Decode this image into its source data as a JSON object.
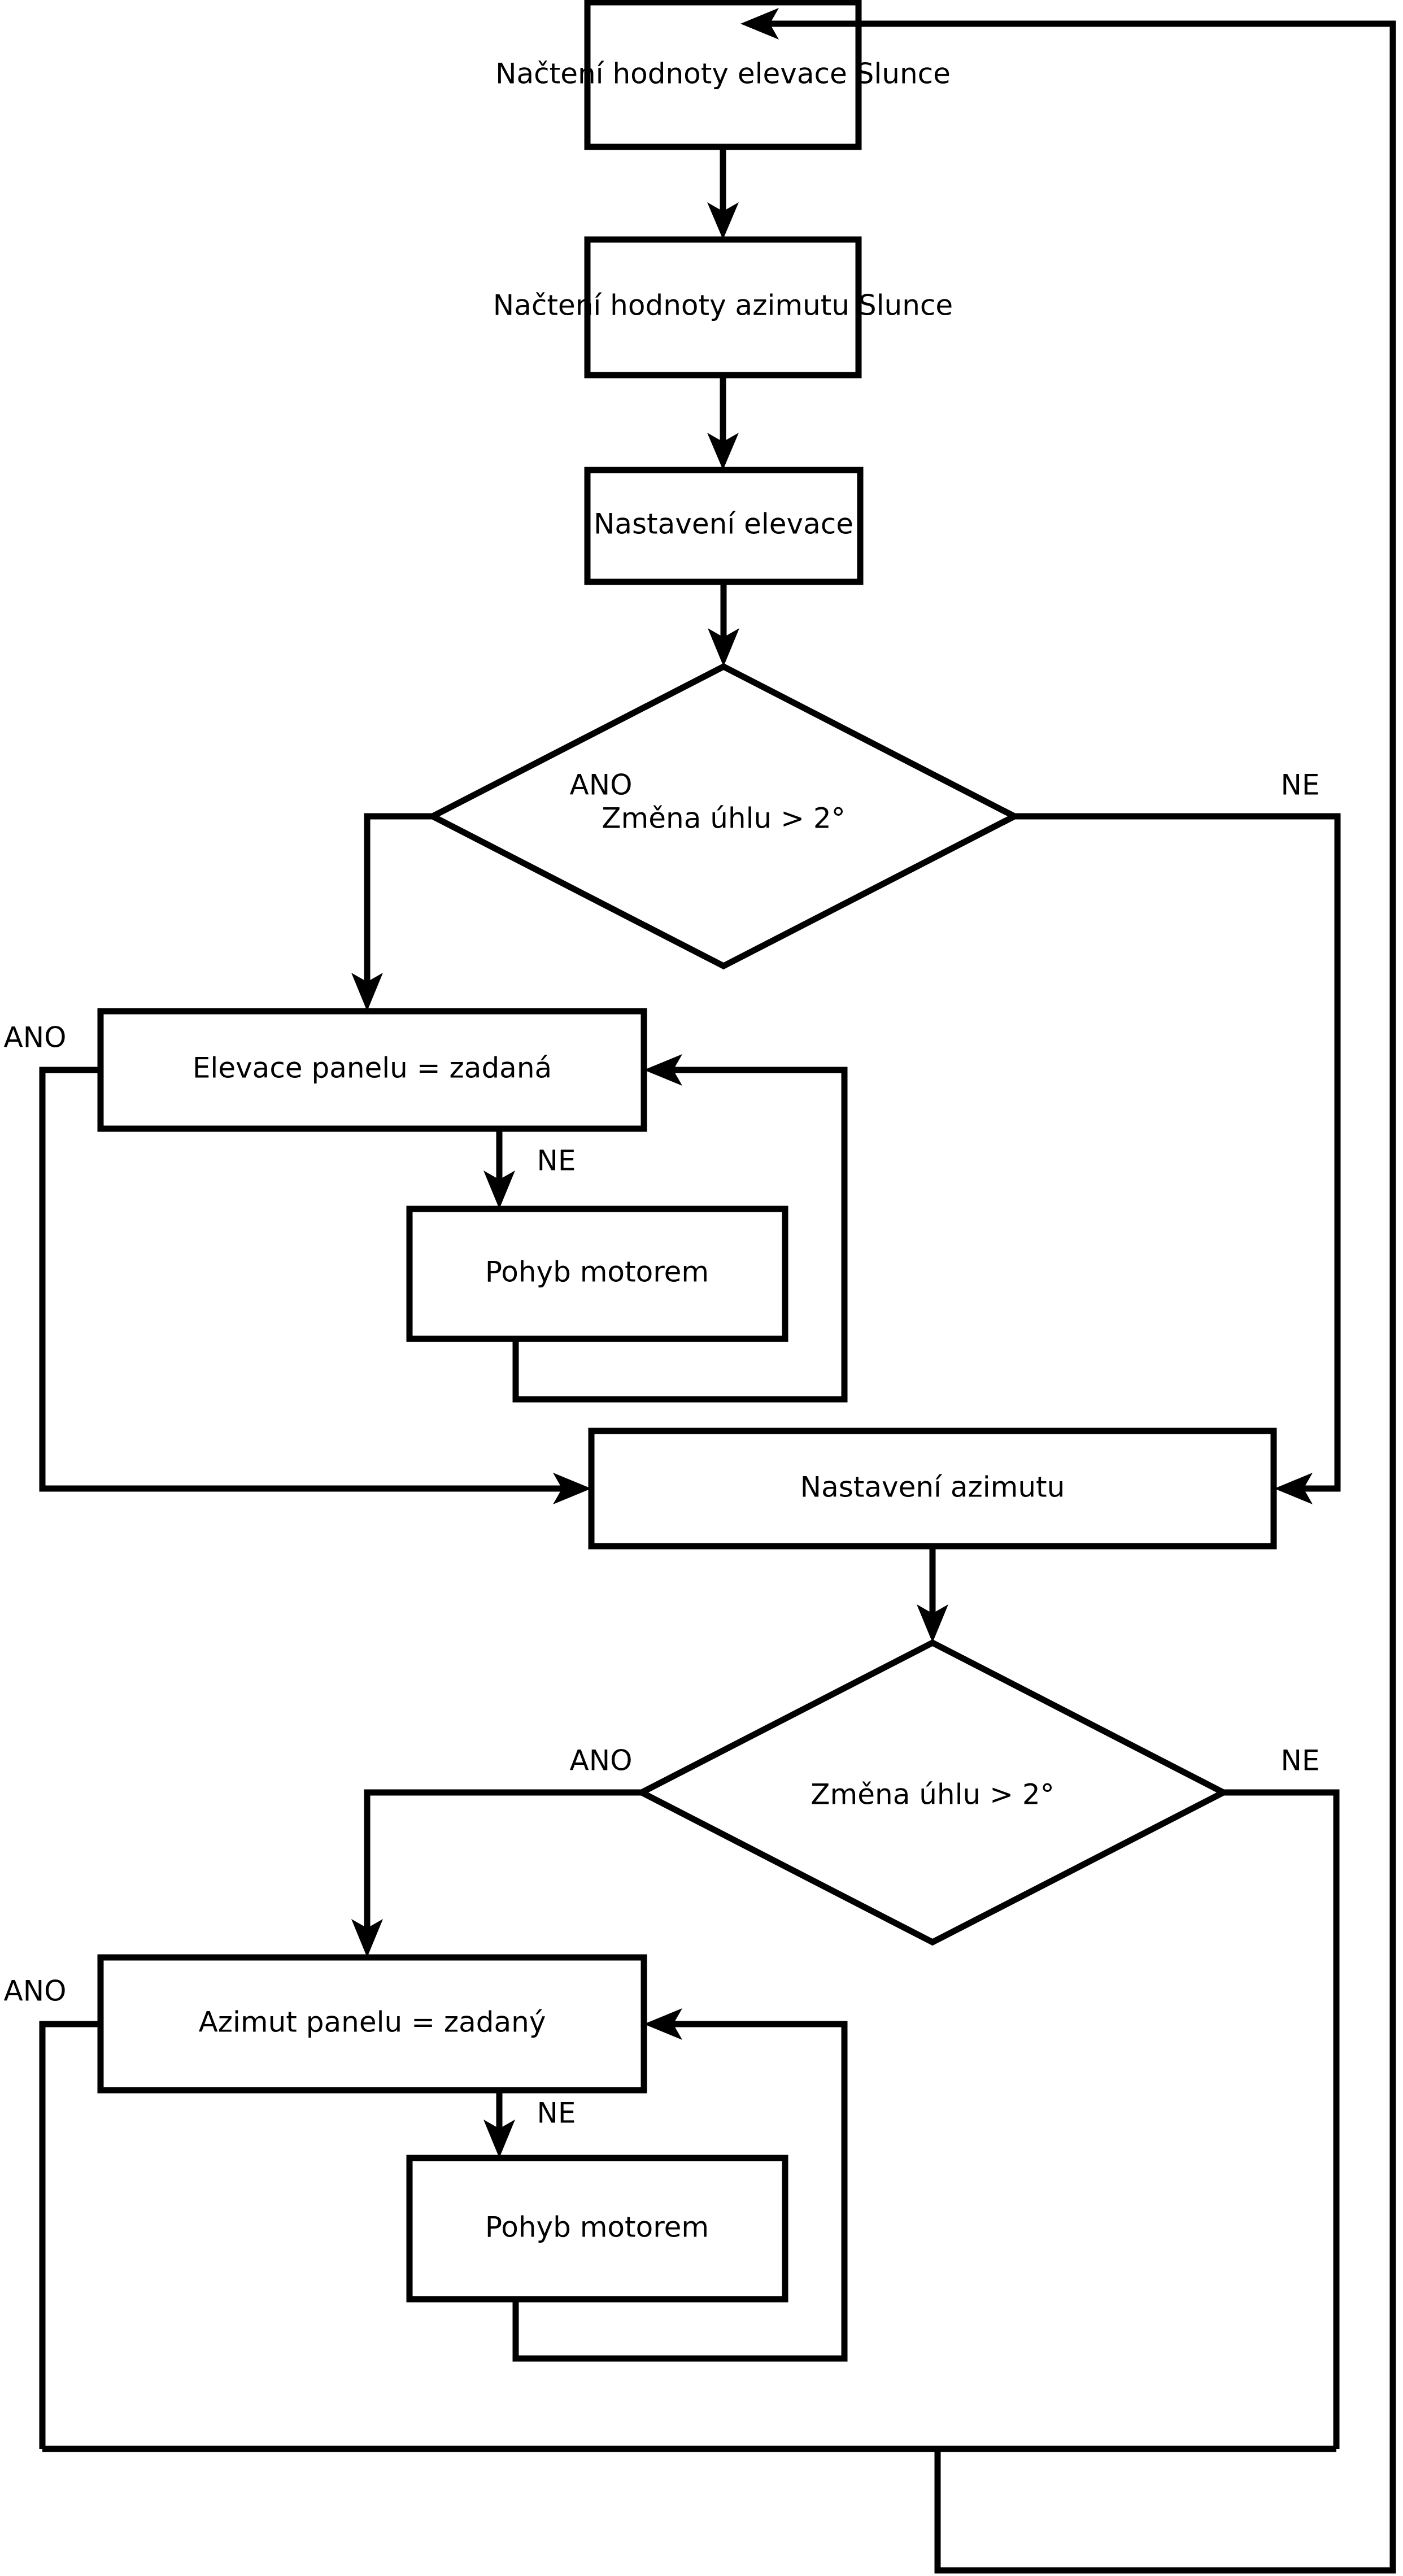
{
  "diagram": {
    "title": "Vývojový diagram řízení solárního trackeru",
    "language": "cs",
    "colors": {
      "stroke": "#000000",
      "fill": "#ffffff",
      "background": "#ffffff"
    },
    "nodes": [
      {
        "id": "n1",
        "type": "process",
        "label": "Načtení hodnoty elevace Slunce"
      },
      {
        "id": "n2",
        "type": "process",
        "label": "Načtení hodnoty azimutu Slunce"
      },
      {
        "id": "n3",
        "type": "process",
        "label": "Nastavení elevace"
      },
      {
        "id": "d1",
        "type": "decision",
        "label": "Změna úhlu > 2°"
      },
      {
        "id": "n4",
        "type": "process",
        "label": "Elevace panelu = zadaná"
      },
      {
        "id": "n5",
        "type": "process",
        "label": "Pohyb motorem"
      },
      {
        "id": "n6",
        "type": "process",
        "label": "Nastavení azimutu"
      },
      {
        "id": "d2",
        "type": "decision",
        "label": "Změna úhlu > 2°"
      },
      {
        "id": "n7",
        "type": "process",
        "label": "Azimut panelu = zadaný"
      },
      {
        "id": "n8",
        "type": "process",
        "label": "Pohyb motorem"
      }
    ],
    "edge_labels": {
      "d1_yes": "ANO",
      "d1_no": "NE",
      "n4_yes": "ANO",
      "n4_no": "NE",
      "d2_yes": "ANO",
      "d2_no": "NE",
      "n7_yes": "ANO",
      "n7_no": "NE"
    }
  }
}
